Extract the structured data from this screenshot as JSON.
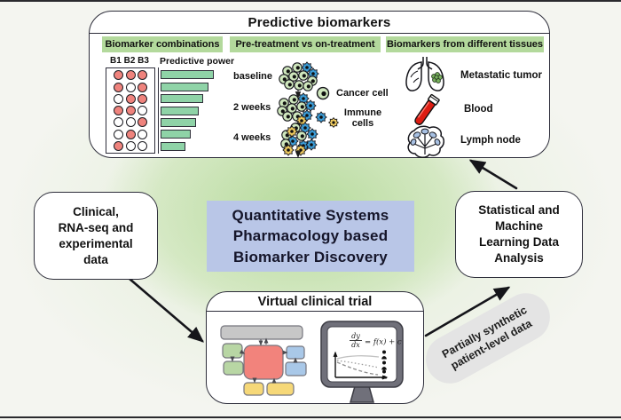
{
  "figure": {
    "top_panel": {
      "title": "Predictive biomarkers",
      "combos": {
        "header": "Biomarker combinations",
        "col_labels": "B1 B2 B3",
        "power_label": "Predictive power",
        "grid_rows": [
          [
            1,
            1,
            1
          ],
          [
            1,
            0,
            1
          ],
          [
            0,
            1,
            1
          ],
          [
            1,
            1,
            0
          ],
          [
            0,
            0,
            1
          ],
          [
            0,
            1,
            0
          ],
          [
            1,
            0,
            0
          ]
        ],
        "bar_values": [
          100,
          90,
          80,
          72,
          67,
          57,
          47
        ]
      },
      "treatment": {
        "header": "Pre-treatment vs on-treatment",
        "timepoints": [
          "baseline",
          "2 weeks",
          "4 weeks"
        ],
        "legend_cancer": "Cancer cell",
        "legend_immune_line1": "Immune",
        "legend_immune_line2": "cells"
      },
      "tissues": {
        "header": "Biomarkers from different tissues",
        "items": [
          {
            "icon": "lungs-icon",
            "label": "Metastatic tumor"
          },
          {
            "icon": "blood-tube-icon",
            "label": "Blood"
          },
          {
            "icon": "lymph-node-icon",
            "label": "Lymph node"
          }
        ]
      }
    },
    "left_box": {
      "lines": [
        "Clinical,",
        "RNA-seq and",
        "experimental",
        "data"
      ]
    },
    "center_title": {
      "lines": [
        "Quantitative Systems",
        "Pharmacology based",
        "Biomarker Discovery"
      ]
    },
    "right_box": {
      "lines": [
        "Statistical and",
        "Machine",
        "Learning Data",
        "Analysis"
      ]
    },
    "virtual_trial": {
      "title": "Virtual clinical trial",
      "equation": {
        "numerator": "dy",
        "denominator": "dx",
        "rhs": "= f(x) + c"
      }
    },
    "capsule": {
      "lines": [
        "Partially synthetic",
        "patient-level data"
      ]
    }
  },
  "chart_data": {
    "type": "bar",
    "title": "Predictive power",
    "categories": [
      "B1+B2+B3",
      "B1+B3",
      "B2+B3",
      "B1+B2",
      "B3",
      "B2",
      "B1"
    ],
    "values": [
      100,
      90,
      80,
      72,
      67,
      57,
      47
    ],
    "xlabel": "",
    "ylabel": "",
    "note": "horizontal bars, unlabeled axis, lengths relative to longest bar = 100"
  },
  "colors": {
    "header_green": "#b3d99c",
    "bar_green": "#8fd3a7",
    "biomarker_dot_red": "#ef837d",
    "cancer_cell_green": "#cfe7bd",
    "immune_cell_blue": "#3c9cd6",
    "immune_cell_yellow": "#edc95f",
    "title_bg_blue": "#b9c6e7",
    "capsule_gray": "#e4e4e4",
    "blood_red": "#dd1c12",
    "flow_red": "#f2837c",
    "flow_green": "#b8d6a4",
    "flow_blue": "#a9c8e8",
    "flow_yellow": "#f6d878",
    "flow_gray": "#c7c7c7"
  }
}
